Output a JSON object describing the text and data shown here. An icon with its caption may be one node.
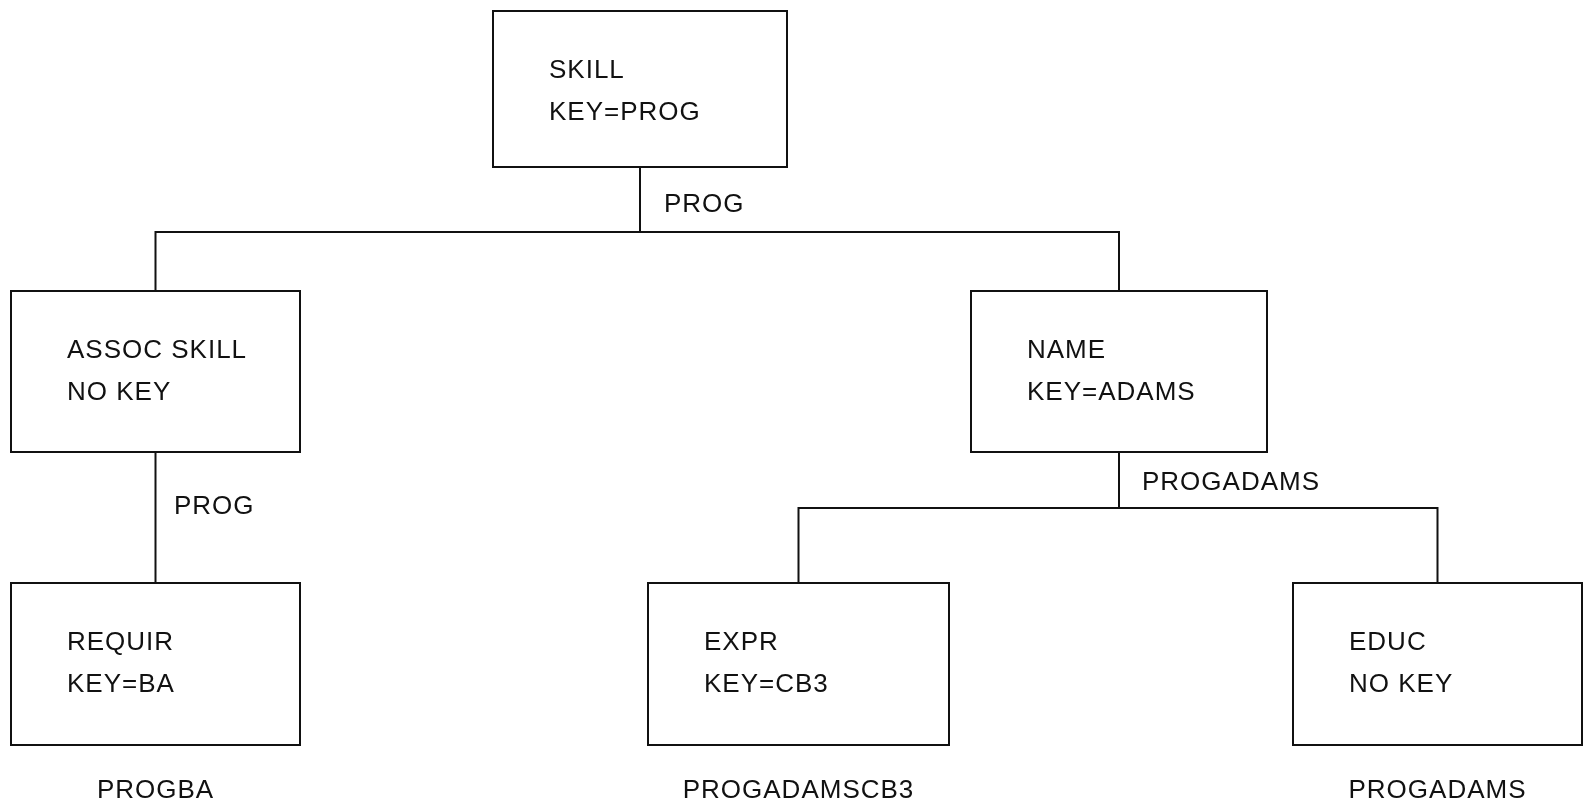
{
  "diagram": {
    "nodes": [
      {
        "text": [
          "SKILL",
          "KEY=PROG"
        ]
      },
      {
        "text": [
          "ASSOC SKILL",
          "NO KEY"
        ]
      },
      {
        "text": [
          "NAME",
          "KEY=ADAMS"
        ]
      },
      {
        "text": [
          "REQUIR",
          "KEY=BA"
        ],
        "beside": [
          "PROGBA"
        ]
      },
      {
        "text": [
          "EXPR",
          "KEY=CB3"
        ],
        "beside": [
          "PROGADAMSCB3"
        ]
      },
      {
        "text": [
          "EDUC",
          "NO KEY"
        ],
        "beside": [
          "PROGADAMS"
        ]
      }
    ],
    "edges": [
      {
        "from": 0,
        "to": 1,
        "arrow": "none",
        "label": "PROG"
      },
      {
        "from": 0,
        "to": 2,
        "arrow": "none"
      },
      {
        "from": 1,
        "to": 3,
        "arrow": "none",
        "label": "PROG"
      },
      {
        "from": 2,
        "to": 4,
        "arrow": "none",
        "label": "PROGADAMS"
      },
      {
        "from": 2,
        "to": 5,
        "arrow": "none"
      }
    ]
  }
}
